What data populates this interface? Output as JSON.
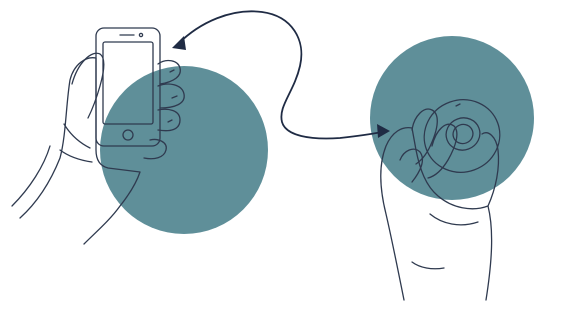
{
  "illustration": {
    "colors": {
      "circle_fill": "#5f8f99",
      "line_stroke": "#2f3a4f",
      "connector_stroke": "#1f2b44",
      "skin_fill": "#ffffff",
      "phone_fill": "#ffffff"
    },
    "icons": {
      "left_scene": "hand-holding-smartphone",
      "right_scene": "hand-holding-round-device",
      "connector": "curved-double-arrow"
    }
  }
}
